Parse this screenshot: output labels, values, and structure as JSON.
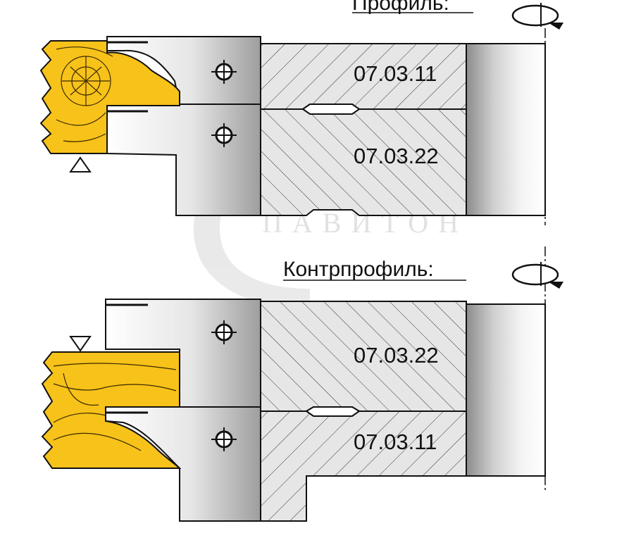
{
  "profile": {
    "title": "Профиль:",
    "top_part": "07.03.11",
    "bottom_part": "07.03.22"
  },
  "counterprofile": {
    "title": "Контрпрофиль:",
    "top_part": "07.03.22",
    "bottom_part": "07.03.11"
  },
  "watermark": "ПАВИТОН",
  "colors": {
    "wood": "#f7c21a",
    "wood_grain": "#3a2a00",
    "steel_light": "#f2f2f2",
    "steel_dark": "#a8a8a8",
    "hatch_fill": "#e6e6e6",
    "line": "#111111"
  },
  "icons": [
    "rotation-arrow-icon",
    "mounting-hole-icon",
    "reference-triangle-icon"
  ]
}
